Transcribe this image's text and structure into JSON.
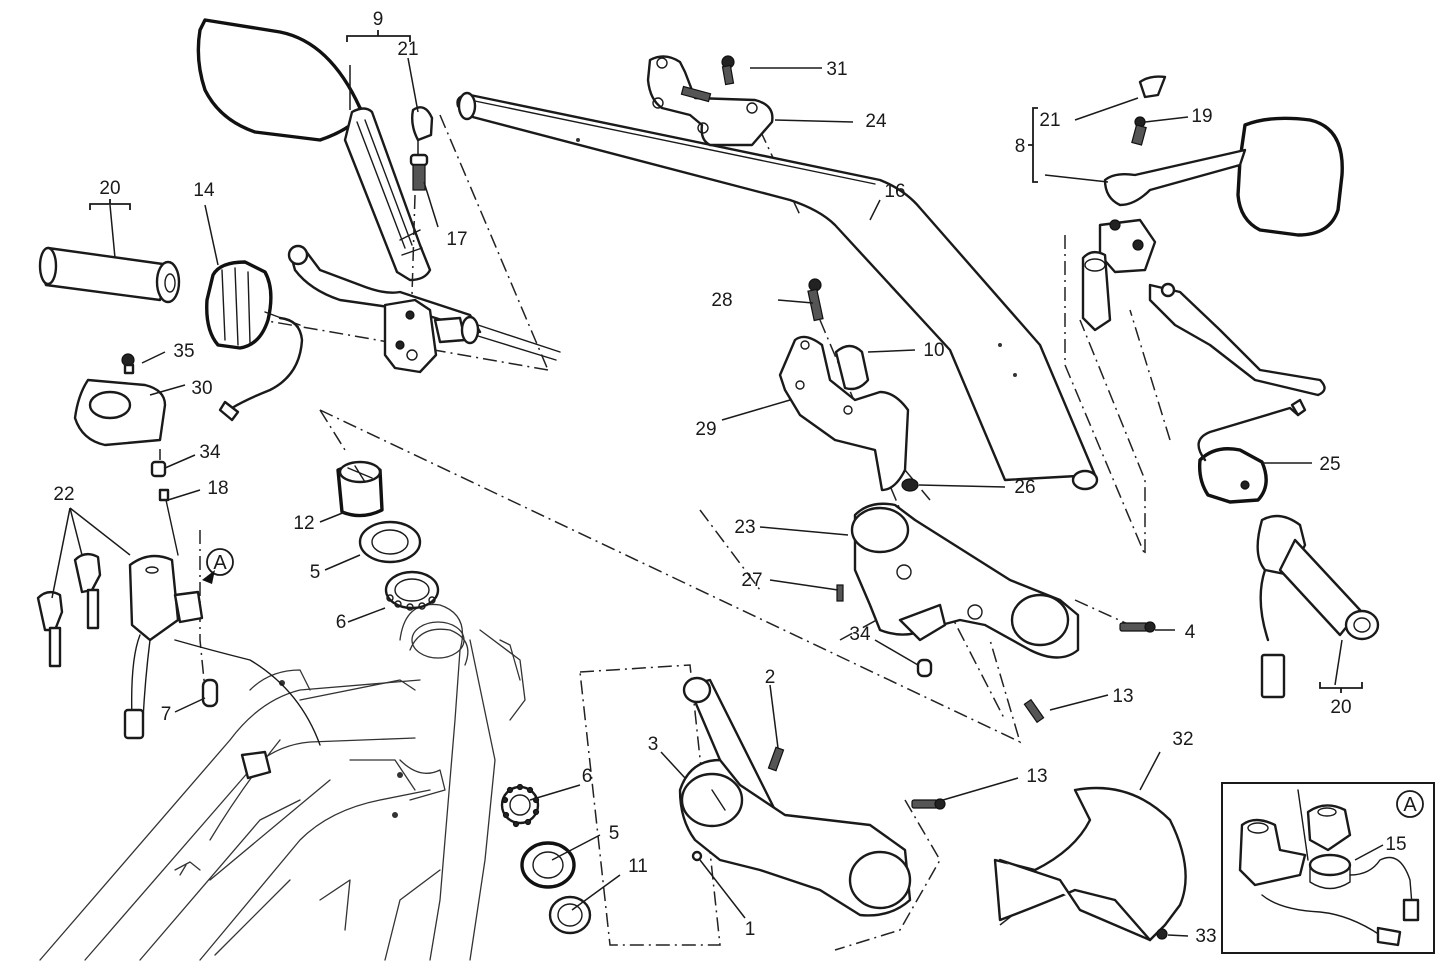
{
  "diagram": {
    "type": "exploded-parts-diagram",
    "subject": "handlebar and steering head assembly",
    "callouts": {
      "c1": "1",
      "c2": "2",
      "c3": "3",
      "c4": "4",
      "c5a": "5",
      "c5b": "5",
      "c6a": "6",
      "c6b": "6",
      "c7": "7",
      "c8": "8",
      "c9": "9",
      "c10": "10",
      "c11": "11",
      "c12": "12",
      "c13a": "13",
      "c13b": "13",
      "c14": "14",
      "c15": "15",
      "c16": "16",
      "c17": "17",
      "c18": "18",
      "c19": "19",
      "c20a": "20",
      "c20b": "20",
      "c21a": "21",
      "c21b": "21",
      "c22": "22",
      "c23": "23",
      "c24": "24",
      "c25": "25",
      "c26": "26",
      "c27": "27",
      "c28": "28",
      "c29": "29",
      "c30": "30",
      "c31": "31",
      "c32": "32",
      "c33": "33",
      "c34a": "34",
      "c34b": "34",
      "c35": "35"
    },
    "detail_reference": {
      "label": "A",
      "inset_label": "A",
      "inset_callout": "15"
    }
  }
}
